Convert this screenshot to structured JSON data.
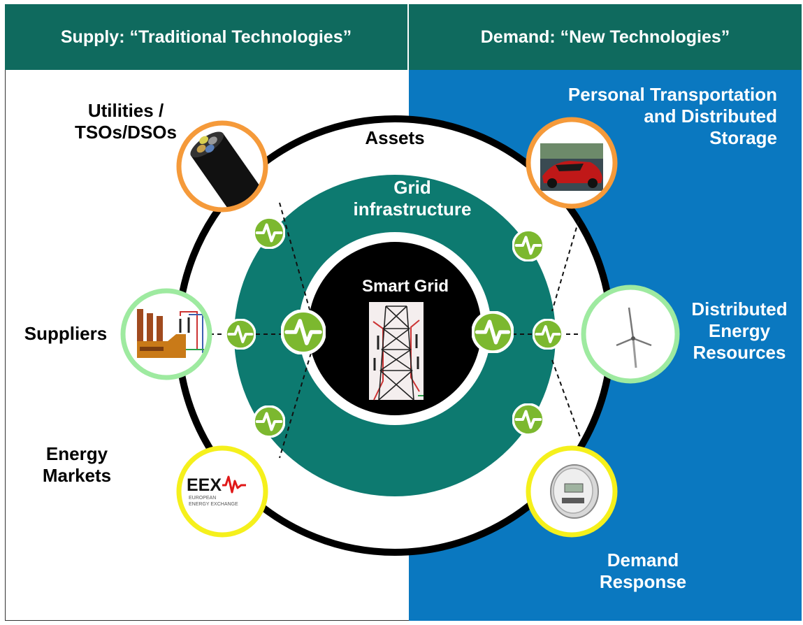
{
  "header": {
    "supply_title": "Supply: “Traditional Technologies”",
    "demand_title": "Demand: “New Technologies”"
  },
  "colors": {
    "header_bg": "#0f6a5e",
    "demand_bg": "#0a78c0",
    "grid_ring": "#0d7a70",
    "heartbeat_green": "#7cb82f",
    "ring_orange": "#f59a3a",
    "ring_light_green": "#9eeaa0",
    "ring_yellow": "#f5f01c"
  },
  "labels": {
    "utilities": [
      "Utilities /",
      "TSOs/DSOs"
    ],
    "assets": "Assets",
    "grid_infrastructure": [
      "Grid",
      "infrastructure"
    ],
    "smart_grid": "Smart Grid",
    "suppliers": "Suppliers",
    "energy_markets": [
      "Energy",
      "Markets"
    ],
    "personal_transport": [
      "Personal Transportation",
      "and Distributed",
      "Storage"
    ],
    "distributed_energy": [
      "Distributed",
      "Energy",
      "Resources"
    ],
    "demand_response": [
      "Demand",
      "Response"
    ]
  },
  "eex_logo": {
    "text": "EEX",
    "subtitle": [
      "EUROPEAN",
      "ENERGY EXCHANGE"
    ]
  },
  "icons": {
    "utilities": "power-cable-icon",
    "suppliers": "power-plant-icon",
    "energy_markets": "eex-logo",
    "personal_transport": "electric-car-icon",
    "distributed_energy": "wind-turbine-icon",
    "demand_response": "smart-meter-icon",
    "center": "transmission-tower-icon",
    "connector": "heartbeat-icon"
  }
}
